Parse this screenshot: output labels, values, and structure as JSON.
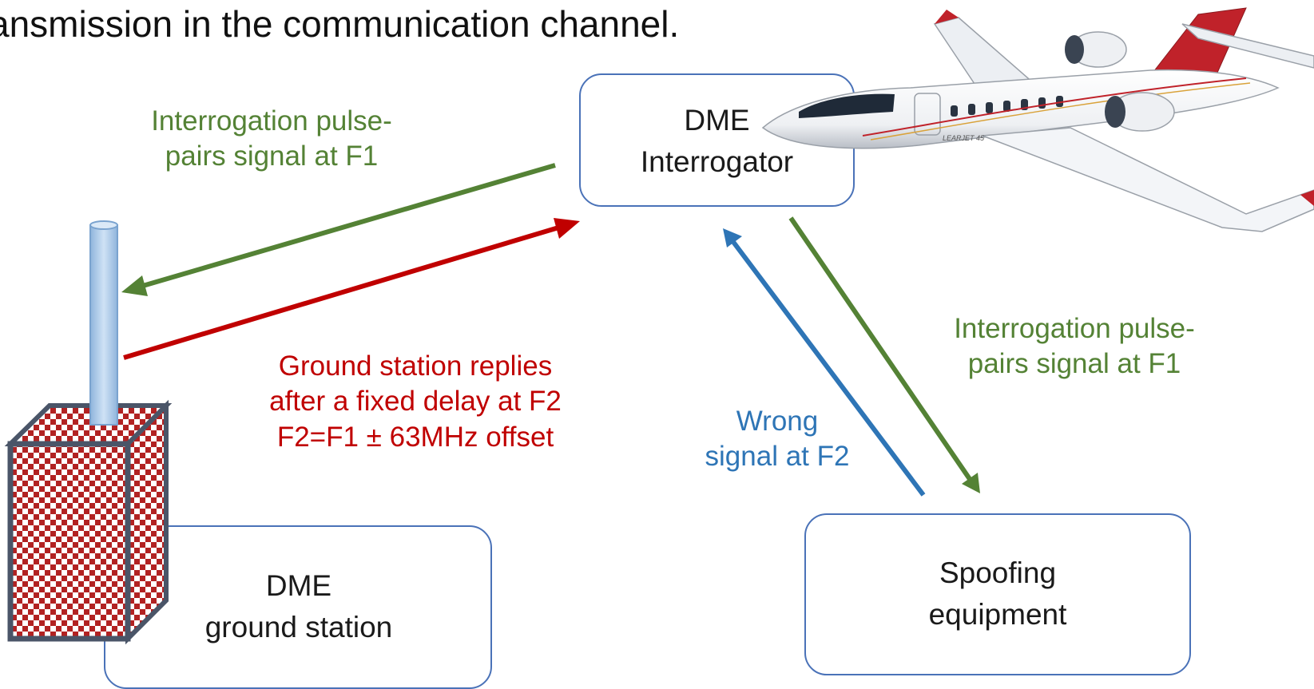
{
  "heading": "ansmission in the communication channel.",
  "interrogator": {
    "line1": "DME",
    "line2": "Interrogator"
  },
  "ground_station": {
    "line1": "DME",
    "line2": "ground station"
  },
  "spoofer": {
    "line1": "Spoofing",
    "line2": "equipment"
  },
  "label_interrogation_left": {
    "line1": "Interrogation pulse-",
    "line2": "pairs signal at F1"
  },
  "label_interrogation_right": {
    "line1": "Interrogation pulse-",
    "line2": "pairs signal at F1"
  },
  "label_reply": {
    "line1": "Ground station replies",
    "line2": "after a fixed delay  at F2",
    "line3": "F2=F1 ± 63MHz offset"
  },
  "label_wrong": {
    "line1": "Wrong",
    "line2": "signal at F2"
  },
  "aircraft_marking": "LEARJET 45",
  "colors": {
    "green": "#548235",
    "red": "#c00000",
    "blue": "#2e75b6",
    "box_border": "#4a72b8"
  }
}
